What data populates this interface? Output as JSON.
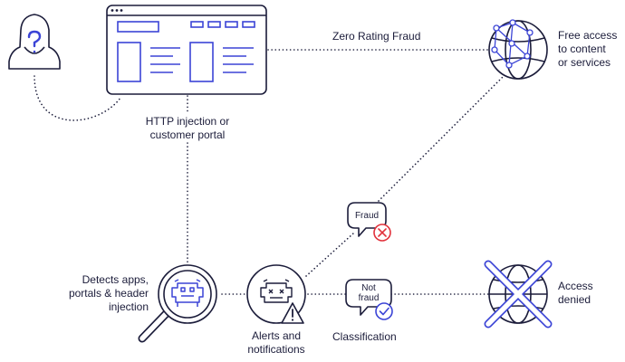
{
  "labels": {
    "zero_rating_fraud": "Zero Rating Fraud",
    "free_access": [
      "Free access",
      "to content",
      "or services"
    ],
    "http_injection": [
      "HTTP injection or",
      "customer portal"
    ],
    "detects": [
      "Detects apps,",
      "portals & header",
      "injection"
    ],
    "alerts": [
      "Alerts and",
      "notifications"
    ],
    "classification": "Classification",
    "access_denied": [
      "Access",
      "denied"
    ],
    "fraud_bubble": "Fraud",
    "not_fraud_bubble": [
      "Not",
      "fraud"
    ]
  },
  "icons": {
    "user": "hooded-unknown-user-icon",
    "portal": "browser-window-icon",
    "globe": "network-globe-icon",
    "magnifier": "magnifier-bug-icon",
    "alert": "bug-warning-icon",
    "denied": "crossed-globe-icon",
    "fraud_mark": "x-circle-icon",
    "ok_mark": "check-circle-icon",
    "question": "question-mark-icon",
    "warning": "warning-triangle-icon"
  },
  "colors": {
    "line": "#1b1c3a",
    "accent": "#3b44d6",
    "danger": "#e2323c"
  }
}
